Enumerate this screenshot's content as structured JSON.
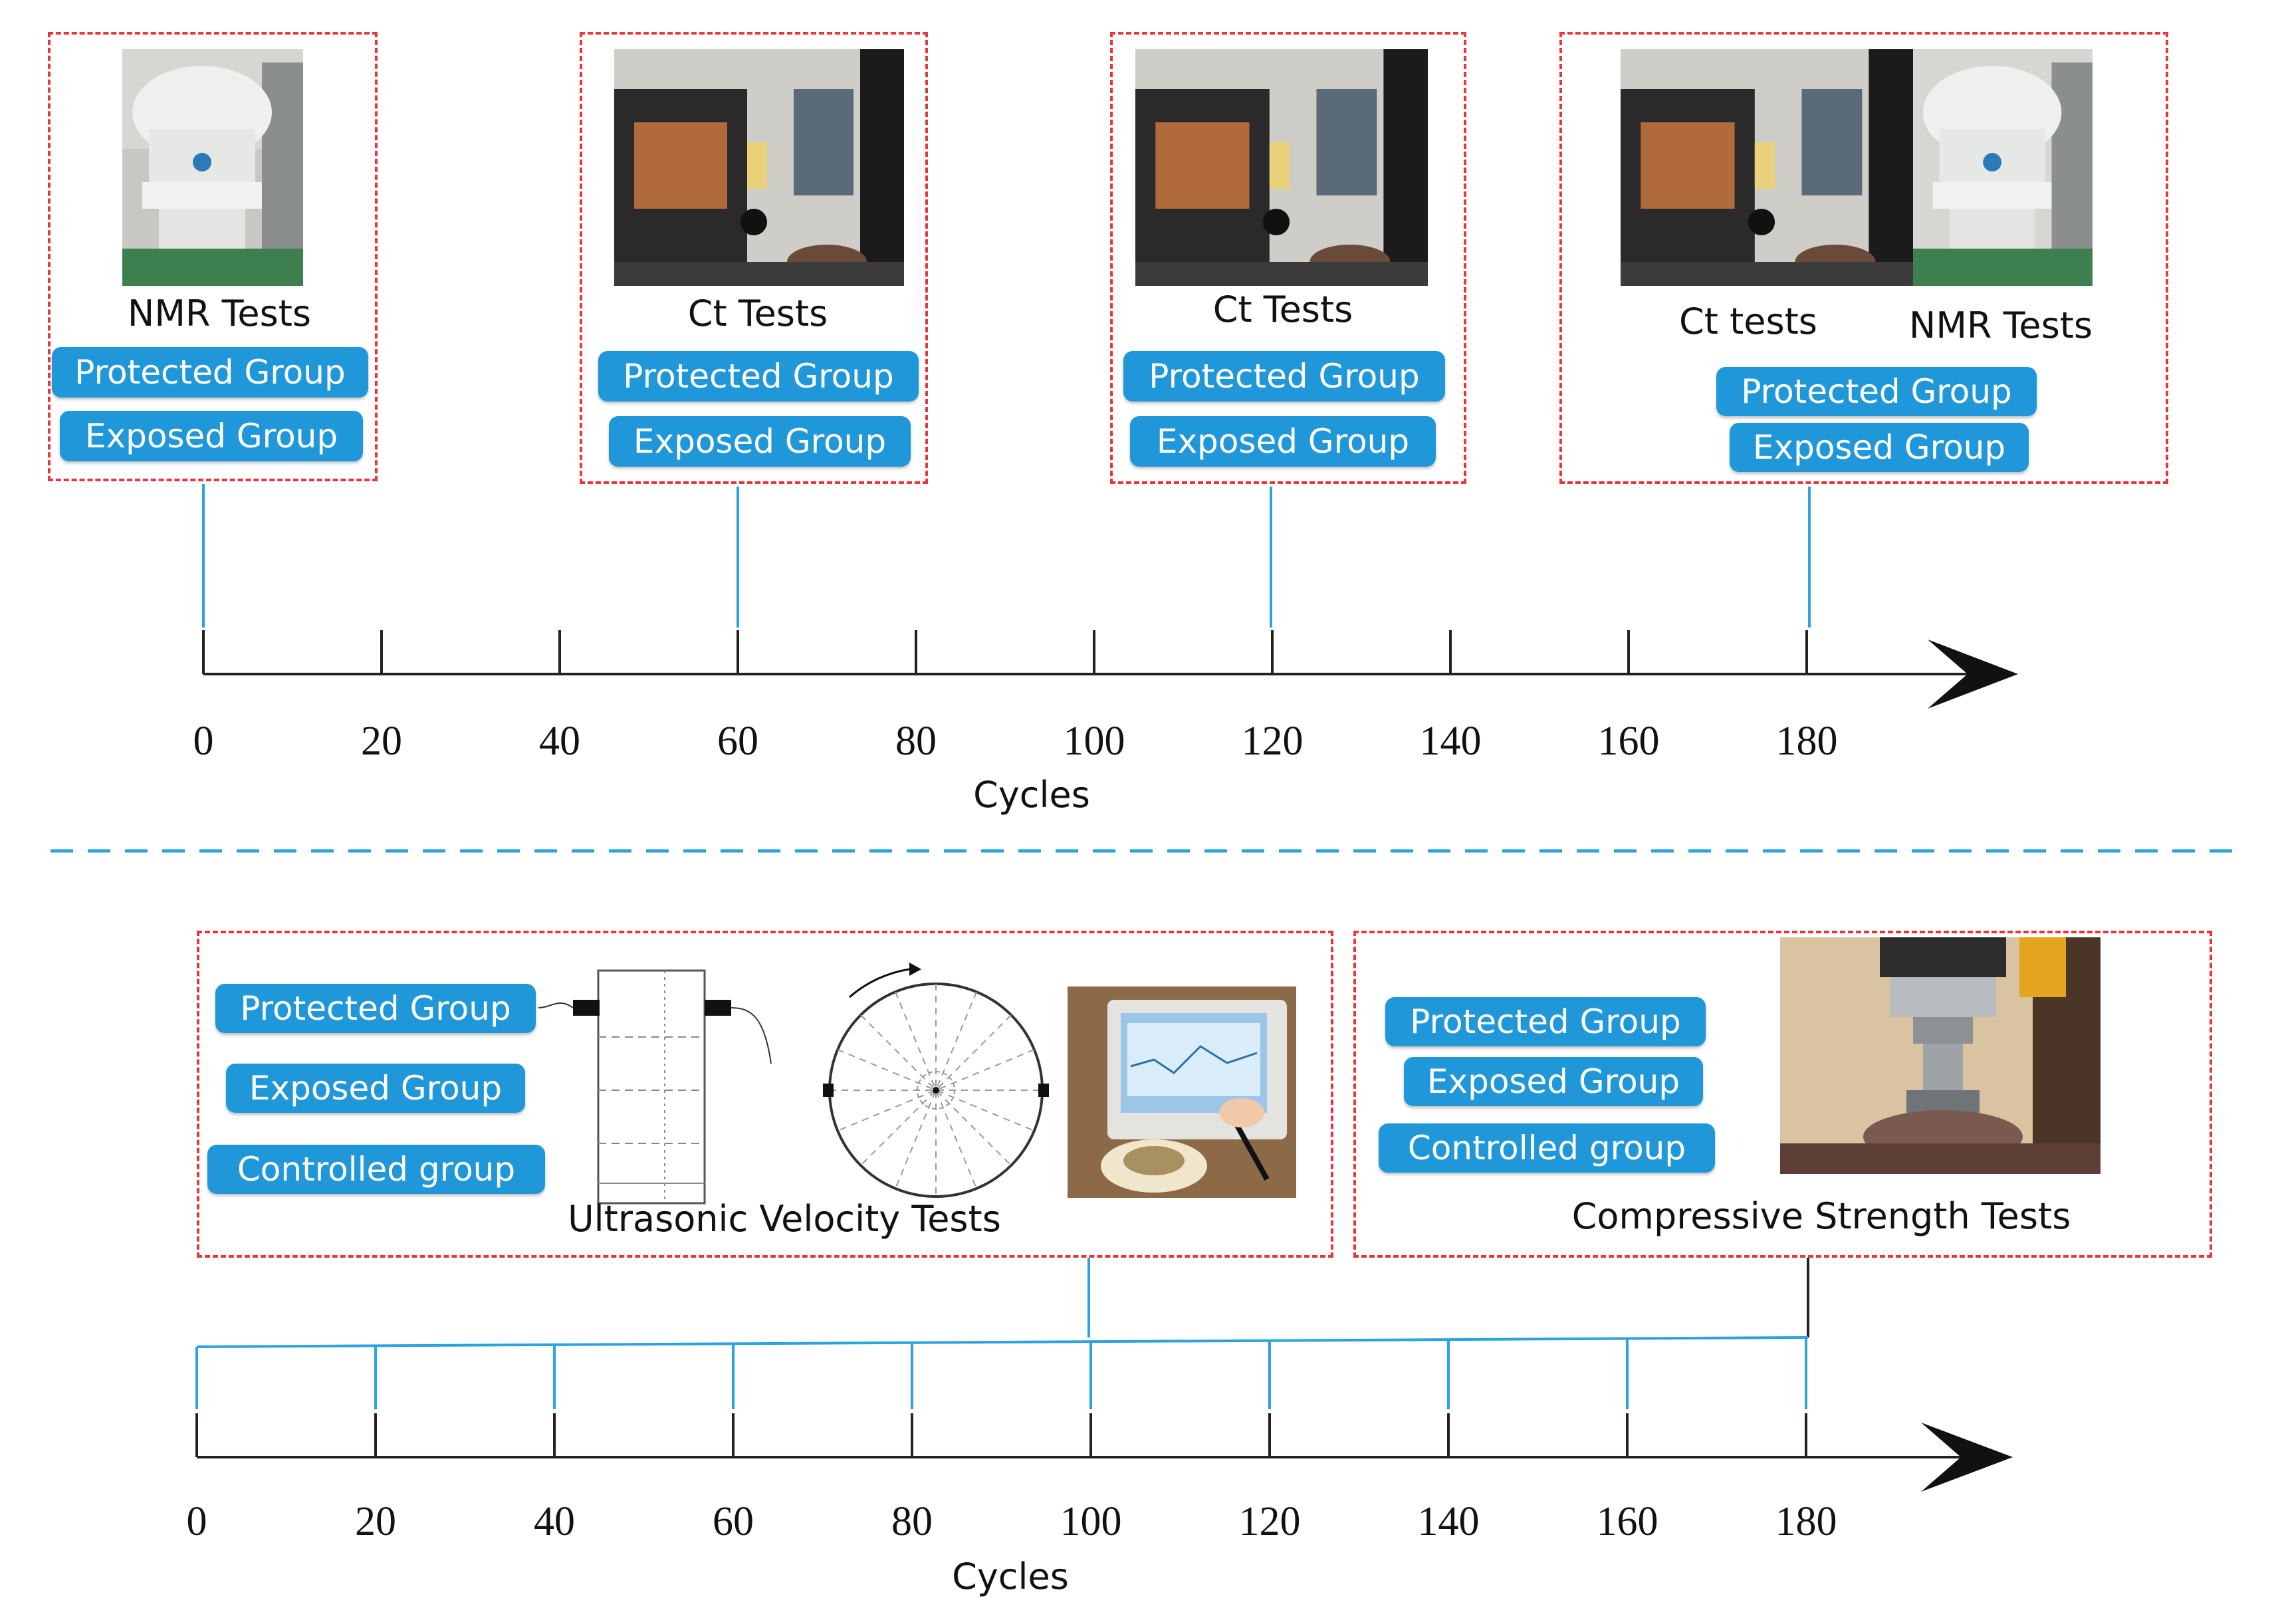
{
  "colors": {
    "pill": "#1f97d8",
    "dash_box": "#e8373c",
    "connector": "#2aa3e0",
    "separator": "#2aa3e0",
    "axis": "#222222"
  },
  "top_timeline": {
    "ticks": [
      "0",
      "20",
      "40",
      "60",
      "80",
      "100",
      "120",
      "140",
      "160",
      "180"
    ],
    "axis_title": "Cycles",
    "boxes": [
      {
        "title": "NMR Tests",
        "cycle": 0,
        "groups": [
          "Protected Group",
          "Exposed Group"
        ],
        "photo": "nmr-instrument"
      },
      {
        "title": "Ct Tests",
        "cycle": 60,
        "groups": [
          "Protected Group",
          "Exposed Group"
        ],
        "photo": "ct-scanner"
      },
      {
        "title": "Ct Tests",
        "cycle": 120,
        "groups": [
          "Protected Group",
          "Exposed Group"
        ],
        "photo": "ct-scanner"
      },
      {
        "title_left": "Ct tests",
        "title_right": "NMR Tests",
        "cycle": 180,
        "groups": [
          "Protected Group",
          "Exposed Group"
        ],
        "photo": "ct-and-nmr"
      }
    ]
  },
  "bottom_timeline": {
    "ticks": [
      "0",
      "20",
      "40",
      "60",
      "80",
      "100",
      "120",
      "140",
      "160",
      "180"
    ],
    "axis_title": "Cycles",
    "ultrasonic": {
      "title": "Ultrasonic Velocity Tests",
      "groups": [
        "Protected Group",
        "Exposed Group",
        "Controlled group"
      ]
    },
    "compressive": {
      "title": "Compressive Strength  Tests",
      "groups": [
        "Protected Group",
        "Exposed Group",
        "Controlled group"
      ]
    }
  }
}
